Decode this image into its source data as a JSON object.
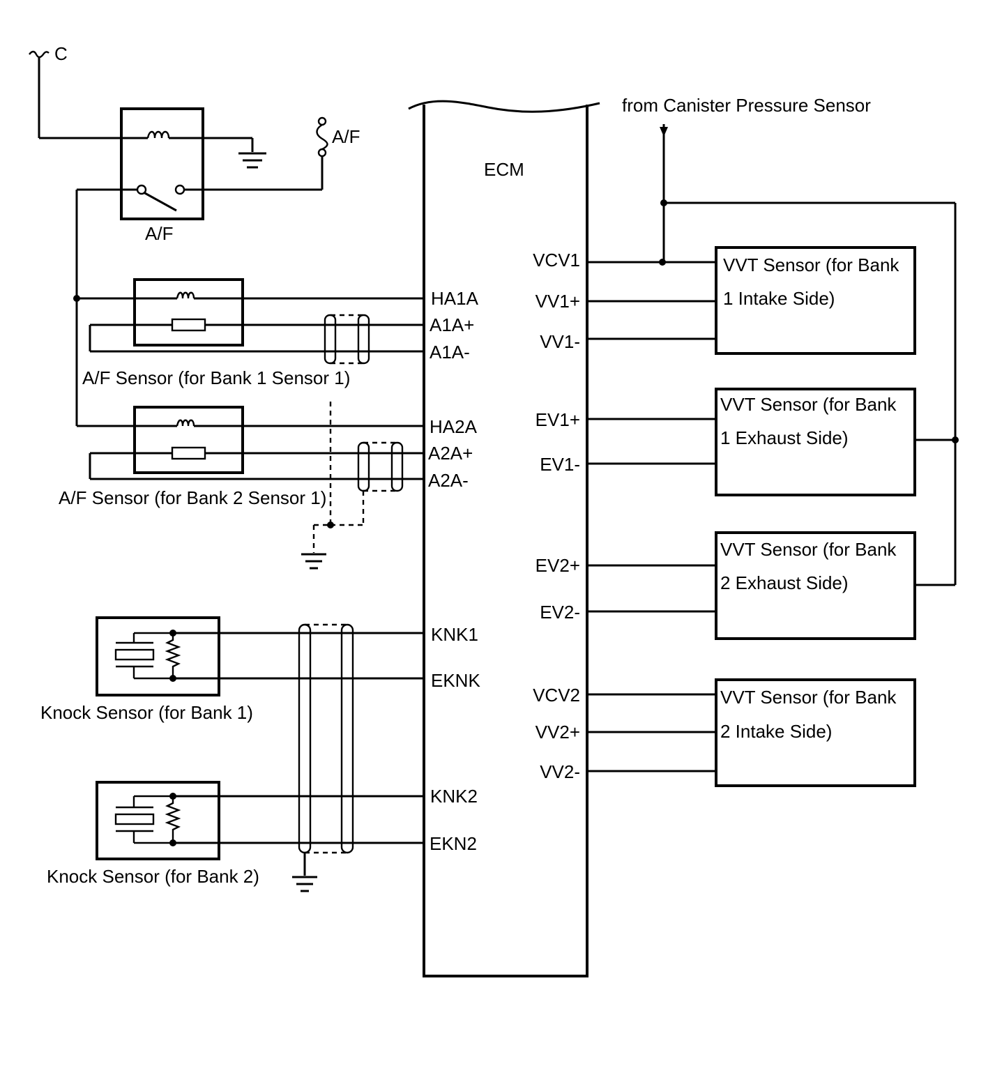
{
  "labels": {
    "power_source": "C",
    "fuse": "A/F",
    "relay": "A/F",
    "ecm": "ECM",
    "from_canister": "from Canister Pressure Sensor",
    "af_sensor_bank1": "A/F Sensor (for Bank 1 Sensor 1)",
    "af_sensor_bank2": "A/F Sensor (for Bank 2 Sensor 1)",
    "knock_sensor_bank1": "Knock Sensor (for Bank 1)",
    "knock_sensor_bank2": "Knock Sensor (for Bank 2)"
  },
  "ecm_left_pins": {
    "ha1a": "HA1A",
    "a1a_plus": "A1A+",
    "a1a_minus": "A1A-",
    "ha2a": "HA2A",
    "a2a_plus": "A2A+",
    "a2a_minus": "A2A-",
    "knk1": "KNK1",
    "eknk": "EKNK",
    "knk2": "KNK2",
    "ekn2": "EKN2"
  },
  "ecm_right_pins": {
    "vcv1": "VCV1",
    "vv1_plus": "VV1+",
    "vv1_minus": "VV1-",
    "ev1_plus": "EV1+",
    "ev1_minus": "EV1-",
    "ev2_plus": "EV2+",
    "ev2_minus": "EV2-",
    "vcv2": "VCV2",
    "vv2_plus": "VV2+",
    "vv2_minus": "VV2-"
  },
  "vvt_sensors": {
    "b1_intake": {
      "line1": "VVT Sensor (for Bank",
      "line2": "1 Intake Side)"
    },
    "b1_exhaust": {
      "line1": "VVT Sensor (for Bank",
      "line2": "1 Exhaust Side)"
    },
    "b2_exhaust": {
      "line1": "VVT Sensor (for Bank",
      "line2": "2 Exhaust Side)"
    },
    "b2_intake": {
      "line1": "VVT Sensor (for Bank",
      "line2": "2 Intake Side)"
    }
  }
}
